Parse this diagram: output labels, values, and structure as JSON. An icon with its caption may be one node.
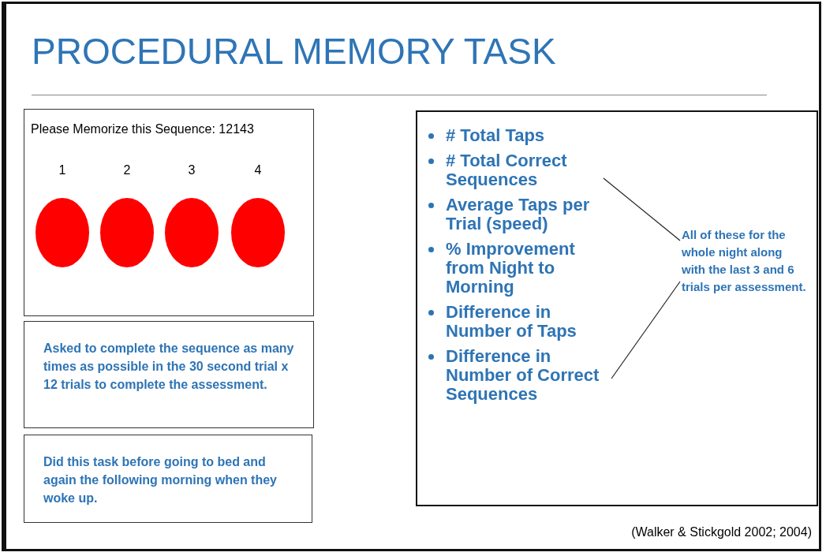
{
  "diagram": {
    "title": "PROCEDURAL MEMORY TASK",
    "nodes": [
      {
        "text": [
          "Please Memorize this Sequence: 12143"
        ]
      },
      {
        "text": [],
        "shape": "circle",
        "beside": [
          "1"
        ],
        "in": 0
      },
      {
        "text": [],
        "shape": "circle",
        "beside": [
          "2"
        ],
        "in": 0
      },
      {
        "text": [],
        "shape": "circle",
        "beside": [
          "3"
        ],
        "in": 0
      },
      {
        "text": [],
        "shape": "circle",
        "beside": [
          "4"
        ],
        "in": 0
      },
      {
        "text": [
          "Asked to complete the sequence as many times as possible in the 30 second trial x 12 trials to complete the assessment."
        ]
      },
      {
        "text": [
          "Did this task before going to bed and again the following morning when they woke up."
        ]
      },
      {
        "text": [
          "# Total Taps",
          "# Total Correct Sequences",
          "Average Taps per Trial (speed)",
          "% Improvement from Night to Morning",
          "Difference in Number of Taps",
          "Difference in Number of Correct Sequences"
        ]
      },
      {
        "text": [
          "All of these for the whole night along with the last 3 and 6 trials per assessment."
        ],
        "in": 7
      }
    ],
    "edges": [
      {
        "from": 8,
        "to": null,
        "arrow": "none"
      },
      {
        "from": 8,
        "to": null,
        "arrow": "none"
      }
    ],
    "labels": [
      "(Walker & Stickgold 2002; 2004)"
    ]
  }
}
